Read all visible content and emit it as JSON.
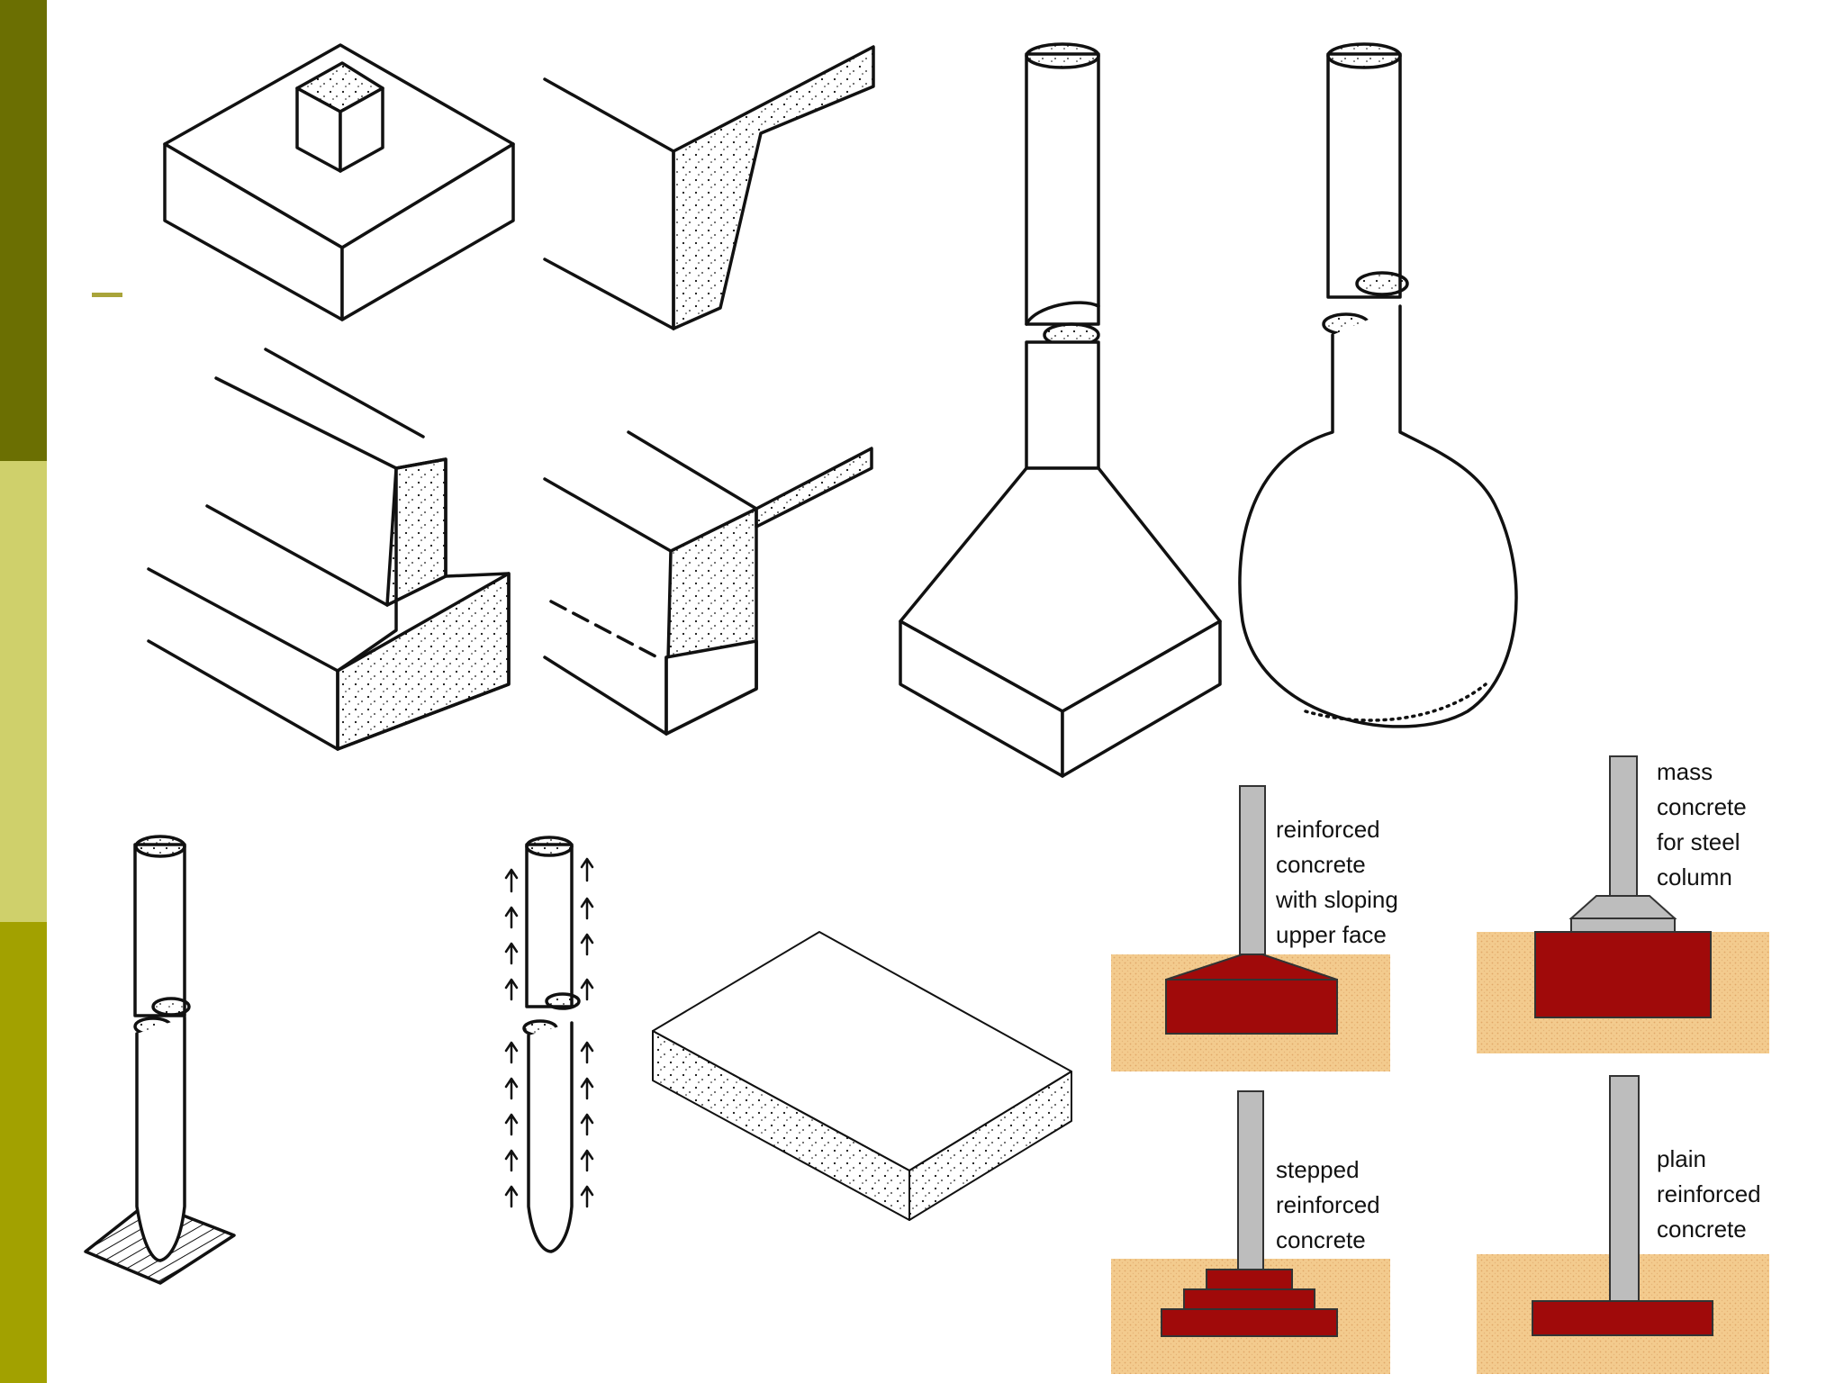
{
  "colors": {
    "band_top": "#6B6F02",
    "band_mid": "#CFD06B",
    "band_bottom": "#A2A100",
    "bullet": "#A9A43A",
    "ink": "#111111",
    "soil": "#F3CB8E",
    "concrete_red": "#A00A0A",
    "steel": "#BDBDBD"
  },
  "labels": {
    "reinforced_sloping": "reinforced\nconcrete\nwith sloping\nupper face",
    "mass_concrete": "mass\nconcrete\nfor steel\ncolumn",
    "stepped": "stepped\nreinforced\nconcrete",
    "plain": "plain\nreinforced\nconcrete"
  }
}
